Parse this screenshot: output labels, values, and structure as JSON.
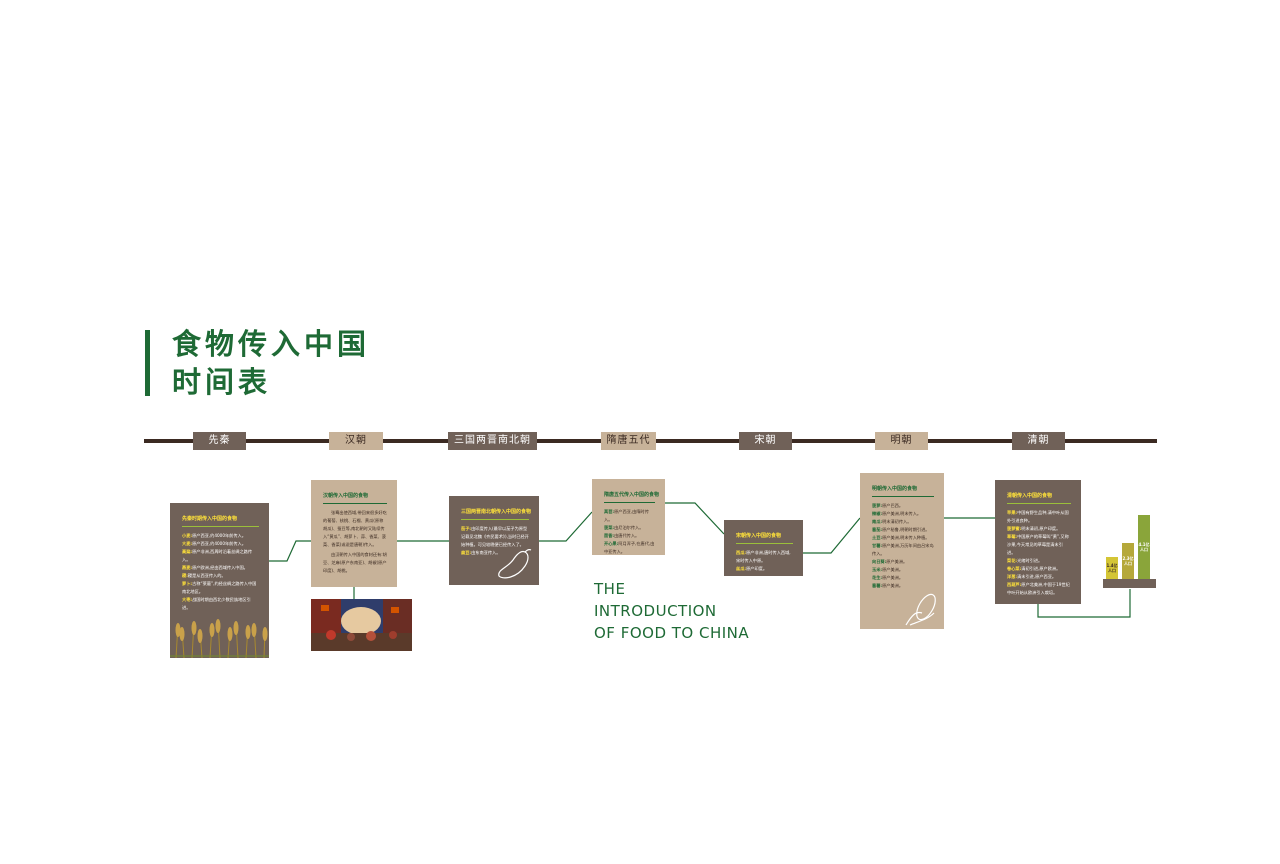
{
  "title": {
    "line1": "食物传入中国",
    "line2": "时间表"
  },
  "english_title": {
    "line1": "THE",
    "line2": "INTRODUCTION",
    "line3": "OF FOOD TO CHINA"
  },
  "eras": [
    "先秦",
    "汉朝",
    "三国两晋南北朝",
    "隋唐五代",
    "宋朝",
    "明朝",
    "清朝"
  ],
  "cards": {
    "xianqin": {
      "title": "先秦时期传入中国的食物",
      "items": [
        {
          "k": "小麦:",
          "v": "原产西亚,约4000年前传入。"
        },
        {
          "k": "大麦:",
          "v": "原产西亚,约4000年前传入。"
        },
        {
          "k": "高粱:",
          "v": "原产非洲,西周时沿着丝绸之路传入。"
        },
        {
          "k": "燕麦:",
          "v": "原产欧洲,经由西域传入中国。"
        },
        {
          "k": "稷:",
          "v": "稷是从西亚传入的。"
        },
        {
          "k": "萝卜:",
          "v": "古称“莱菔”,约经丝绸之路传入中国南北地区。"
        },
        {
          "k": "大枣:",
          "v": "战国时期由西北少数民族地区引进。"
        }
      ]
    },
    "han": {
      "title": "汉朝传入中国的食物",
      "paras": [
        "张骞出使西域,带回来很多好吃的葡萄、核桃、石榴、黄瓜(原称胡瓜)、蚕豆等,南北朝时又陆续传入“黄瓜”、胡萝卜、蒜、香菜、菠菜、香菜(或说是唐朝)传入。",
        "由汉朝传入中国的食材还有:胡豆、芝麻(原产东南亚)、胡椒(原产印度)、胡桃。"
      ]
    },
    "sanguo": {
      "title": "三国两晋南北朝传入中国的食物",
      "items": [
        {
          "k": "茄子:",
          "v": "由印度传入(最早以茄子为原型记载见北魏《齐民要术》),当时已经开始种植。可见较晚便已经传入了。"
        },
        {
          "k": "扁豆:",
          "v": "由东南亚传入。"
        }
      ]
    },
    "suitang": {
      "title": "隋唐五代传入中国的食物",
      "items": [
        {
          "k": "莴苣:",
          "v": "原产西亚,由隋时传入。"
        },
        {
          "k": "菠菜:",
          "v": "由尼泊尔传入。"
        },
        {
          "k": "茴香:",
          "v": "由唐代传入。"
        },
        {
          "k": "开心果:",
          "v": "阿月浑子,在唐代,由中亚传入。"
        }
      ]
    },
    "song": {
      "title": "宋朝传入中国的食物",
      "items": [
        {
          "k": "西瓜:",
          "v": "原产非洲,唐时传入西域,宋时传入中原。"
        },
        {
          "k": "丝瓜:",
          "v": "原产印度。"
        }
      ]
    },
    "ming": {
      "title": "明朝传入中国的食物",
      "items": [
        {
          "k": "菠萝:",
          "v": "原产巴西。"
        },
        {
          "k": "辣椒:",
          "v": "原产美洲,明末传入。"
        },
        {
          "k": "南瓜:",
          "v": "明末清初传入。"
        },
        {
          "k": "番茄:",
          "v": "原产秘鲁,明朝时期引进。"
        },
        {
          "k": "土豆:",
          "v": "原产美洲,明末传入种植。"
        },
        {
          "k": "甘薯:",
          "v": "原产美洲,万历年间由吕宋岛传入。"
        },
        {
          "k": "向日葵:",
          "v": "原产美洲。"
        },
        {
          "k": "玉米:",
          "v": "原产美洲。"
        },
        {
          "k": "花生:",
          "v": "原产美洲。"
        },
        {
          "k": "番薯:",
          "v": "原产美洲。"
        }
      ]
    },
    "qing": {
      "title": "清朝传入中国的食物",
      "items": [
        {
          "k": "苹果:",
          "v": "中国有野生品种,清中叶从国外引进良种。"
        },
        {
          "k": "菠萝蜜:",
          "v": "明末清初,原产印度。"
        },
        {
          "k": "草莓:",
          "v": "中国原产的草莓叫“黄”,又称沙果,今天常见的草莓是清末引进。"
        },
        {
          "k": "菜花:",
          "v": "光绪时引进。"
        },
        {
          "k": "卷心菜:",
          "v": "清初引进,原产欧洲。"
        },
        {
          "k": "洋葱:",
          "v": "清末引进,原产西亚。"
        },
        {
          "k": "西葫芦:",
          "v": "原产北美洲,中国于19世纪中叶开始从欧洲引入栽培。"
        }
      ]
    }
  },
  "chart_data": {
    "type": "bar",
    "categories": [
      "",
      "",
      ""
    ],
    "values": [
      1.4,
      2.3,
      4.1
    ],
    "bar_labels": [
      "1.4亿人口",
      "2.3亿人口",
      "4.1亿人口"
    ],
    "colors": [
      "#d4c535",
      "#b5a83a",
      "#8aa53a"
    ],
    "title": "",
    "xlabel": "",
    "ylabel": "",
    "ylim": [
      0,
      4.5
    ]
  },
  "colors": {
    "green": "#1e6a35",
    "brown": "#706158",
    "tan": "#c7b299",
    "timeline": "#3b2a22",
    "yellow": "#ffe23a"
  }
}
